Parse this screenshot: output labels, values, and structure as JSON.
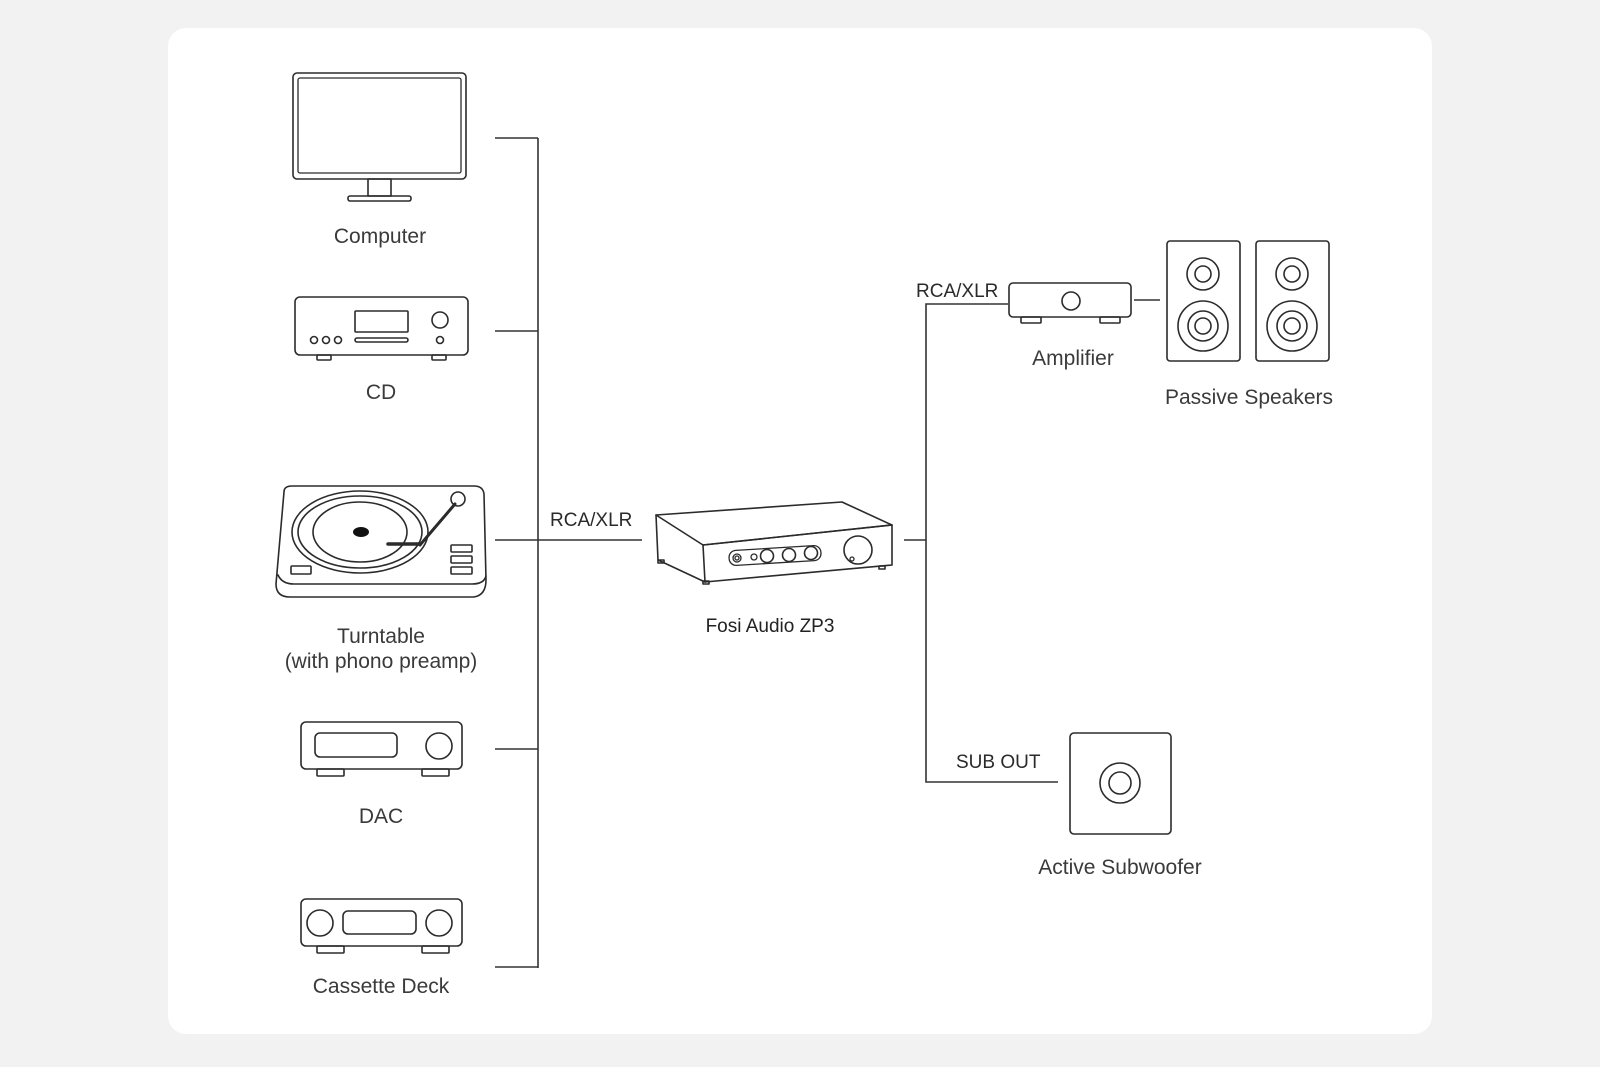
{
  "diagram": {
    "title": "Fosi Audio ZP3 connection diagram",
    "sources": [
      {
        "id": "computer",
        "label": "Computer",
        "icon": "monitor-icon"
      },
      {
        "id": "cd",
        "label": "CD",
        "icon": "cd-player-icon"
      },
      {
        "id": "turntable",
        "label_line1": "Turntable",
        "label_line2": "(with phono preamp)",
        "icon": "turntable-icon"
      },
      {
        "id": "dac",
        "label": "DAC",
        "icon": "dac-icon"
      },
      {
        "id": "cassette",
        "label": "Cassette Deck",
        "icon": "cassette-deck-icon"
      }
    ],
    "center": {
      "label": "Fosi Audio ZP3",
      "icon": "preamp-icon"
    },
    "outputs": [
      {
        "id": "amplifier",
        "label": "Amplifier",
        "icon": "amplifier-icon"
      },
      {
        "id": "passive_speakers",
        "label": "Passive Speakers",
        "icon": "speakers-icon"
      },
      {
        "id": "subwoofer",
        "label": "Active Subwoofer",
        "icon": "subwoofer-icon"
      }
    ],
    "connections": {
      "input_label": "RCA/XLR",
      "amp_label": "RCA/XLR",
      "sub_label": "SUB OUT"
    },
    "edges": [
      {
        "from": "computer",
        "to": "center"
      },
      {
        "from": "cd",
        "to": "center"
      },
      {
        "from": "turntable",
        "to": "center",
        "label": "RCA/XLR"
      },
      {
        "from": "dac",
        "to": "center"
      },
      {
        "from": "cassette",
        "to": "center"
      },
      {
        "from": "center",
        "to": "amplifier",
        "label": "RCA/XLR"
      },
      {
        "from": "amplifier",
        "to": "passive_speakers"
      },
      {
        "from": "center",
        "to": "subwoofer",
        "label": "SUB OUT"
      }
    ]
  }
}
